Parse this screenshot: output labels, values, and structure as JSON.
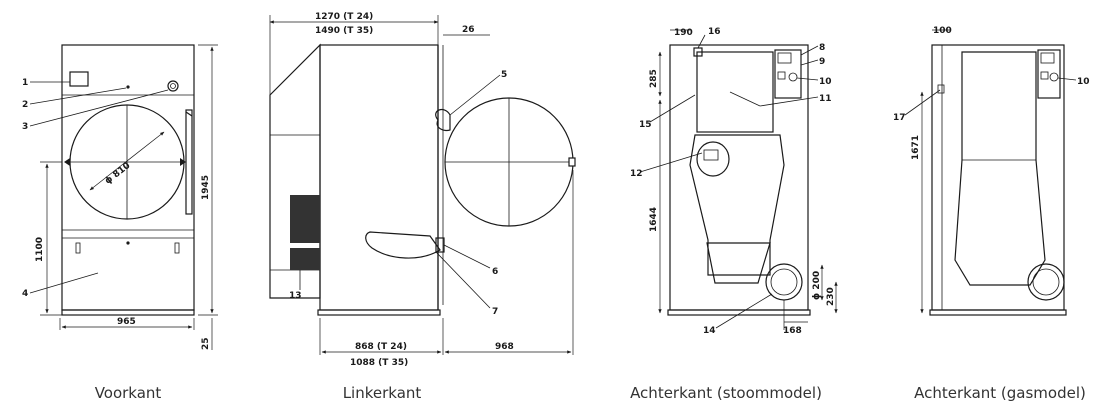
{
  "views": {
    "front": {
      "caption": "Voorkant",
      "callouts": [
        "1",
        "2",
        "3",
        "4"
      ],
      "dims": {
        "door_diameter": "ϕ 810",
        "width": "965",
        "height": "1945",
        "door_center_height": "1100",
        "foot": "25"
      }
    },
    "left": {
      "caption": "Linkerkant",
      "callouts": [
        "5",
        "6",
        "7",
        "13"
      ],
      "dims": {
        "depth_top_1": "1270 (T 24)",
        "depth_top_2": "1490 (T 35)",
        "offset": "26",
        "depth_bottom_1": "868 (T 24)",
        "depth_bottom_2": "1088 (T 35)",
        "door_swing": "968"
      }
    },
    "rear_steam": {
      "caption": "Achterkant (stoommodel)",
      "callouts": [
        "8",
        "9",
        "10",
        "11",
        "12",
        "14",
        "15",
        "16"
      ],
      "dims": {
        "top_offset": "190",
        "top_height": "285",
        "height": "1644",
        "pipe_diameter": "ϕ 200",
        "pipe_height": "230",
        "pipe_offset": "168"
      }
    },
    "rear_gas": {
      "caption": "Achterkant (gasmodel)",
      "callouts": [
        "10",
        "17"
      ],
      "dims": {
        "top_offset": "100",
        "height": "1671"
      }
    }
  }
}
